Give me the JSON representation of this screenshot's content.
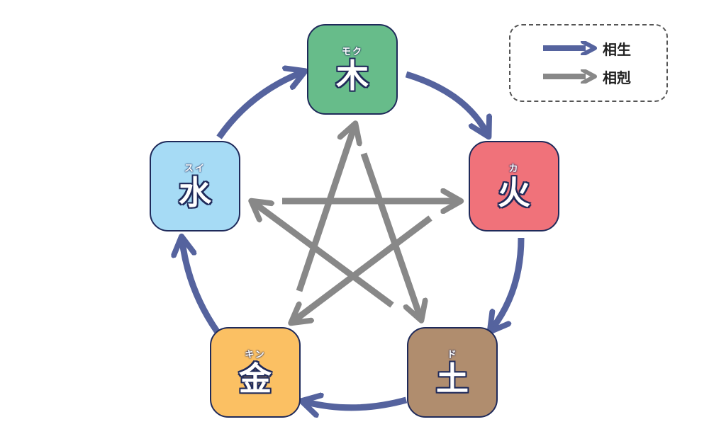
{
  "colors": {
    "generating_arrow": "#55639e",
    "overcoming_arrow": "#888888",
    "outline": "#1f2a5a",
    "wood": "#67bc8a",
    "fire": "#f0727a",
    "earth": "#b08d6e",
    "metal": "#fbc063",
    "water": "#a6dbf5"
  },
  "elements": [
    {
      "id": "wood",
      "kanji": "木",
      "reading": "モク"
    },
    {
      "id": "fire",
      "kanji": "火",
      "reading": "カ"
    },
    {
      "id": "earth",
      "kanji": "土",
      "reading": "ド"
    },
    {
      "id": "metal",
      "kanji": "金",
      "reading": "キン"
    },
    {
      "id": "water",
      "kanji": "水",
      "reading": "スイ"
    }
  ],
  "legend": {
    "generating": {
      "label": "相生",
      "color": "#55639e"
    },
    "overcoming": {
      "label": "相剋",
      "color": "#888888"
    }
  },
  "cycles": {
    "generating": [
      "wood",
      "fire",
      "earth",
      "metal",
      "water"
    ],
    "overcoming": [
      "wood→earth",
      "earth→water",
      "water→fire",
      "fire→metal",
      "metal→wood"
    ]
  }
}
